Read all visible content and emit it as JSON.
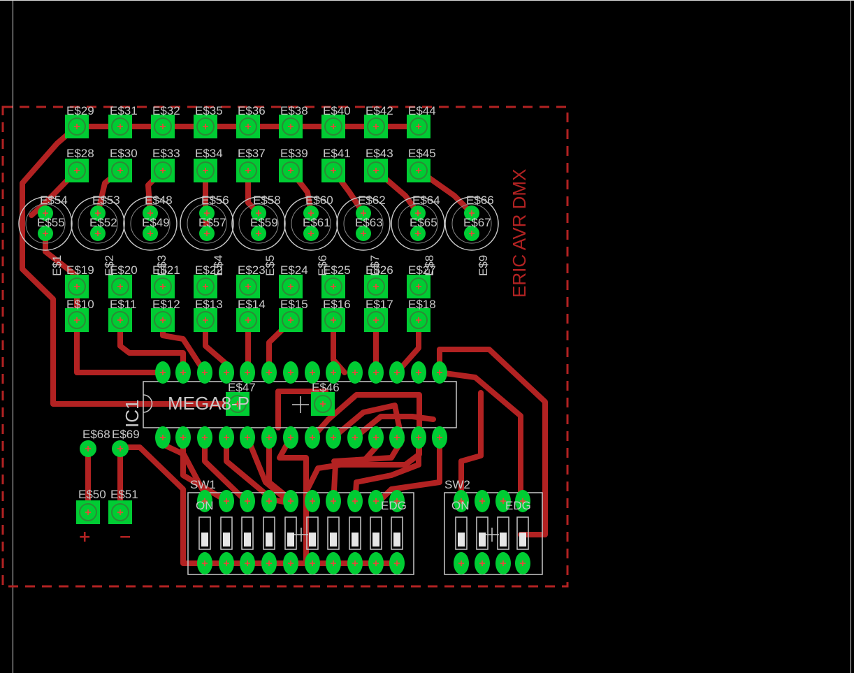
{
  "board": {
    "title": "ERIC AVR DMX",
    "colors": {
      "background": "#000000",
      "trace": "#b22222",
      "pad": "#00cc33",
      "silkscreen": "#c8c8c8",
      "drill": "#ff3b3b"
    }
  },
  "pads": {
    "row1": [
      "E$29",
      "E$31",
      "E$32",
      "E$35",
      "E$36",
      "E$38",
      "E$40",
      "E$42",
      "E$44"
    ],
    "row2": [
      "E$28",
      "E$30",
      "E$33",
      "E$34",
      "E$37",
      "E$39",
      "E$41",
      "E$43",
      "E$45"
    ],
    "row3": [
      "E$19",
      "E$20",
      "E$21",
      "E$22",
      "E$23",
      "E$24",
      "E$25",
      "E$26",
      "E$27"
    ],
    "row4": [
      "E$10",
      "E$11",
      "E$12",
      "E$13",
      "E$14",
      "E$15",
      "E$16",
      "E$17",
      "E$18"
    ],
    "led_top": [
      "E$54",
      "E$53",
      "E$48",
      "E$56",
      "E$58",
      "E$60",
      "E$62",
      "E$64",
      "E$66"
    ],
    "led_bottom": [
      "E$55",
      "E$52",
      "E$49",
      "E$57",
      "E$59",
      "E$61",
      "E$63",
      "E$65",
      "E$67"
    ],
    "led_vertical": [
      "E$1",
      "E$2",
      "E$3",
      "E$4",
      "E$5",
      "E$6",
      "E$7",
      "E$8",
      "E$9"
    ],
    "misc": {
      "e47": "E$47",
      "e46": "E$46",
      "e68": "E$68",
      "e69": "E$69",
      "e50": "E$50",
      "e51": "E$51"
    }
  },
  "components": {
    "ic_name": "IC1",
    "ic_value": "MEGA8-P",
    "sw1": {
      "name": "SW1",
      "on": "ON",
      "edg": "EDG"
    },
    "sw2": {
      "name": "SW2",
      "on": "ON",
      "edg": "EDG"
    }
  },
  "power": {
    "plus": "+",
    "minus": "−"
  }
}
